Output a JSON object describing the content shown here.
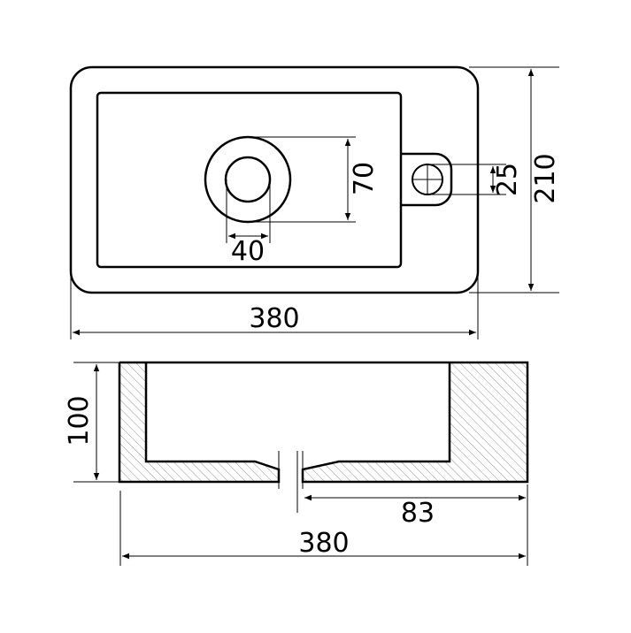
{
  "drawing": {
    "top_view": {
      "dimensions": {
        "basin_length": "380",
        "basin_width": "210",
        "drain_outer_diameter": "70",
        "drain_inner_diameter": "40",
        "tap_hole_diameter": "25"
      }
    },
    "section_view": {
      "dimensions": {
        "height": "100",
        "drain_offset": "83",
        "length": "380"
      }
    },
    "colors": {
      "line": "#000000",
      "background": "#ffffff"
    }
  }
}
